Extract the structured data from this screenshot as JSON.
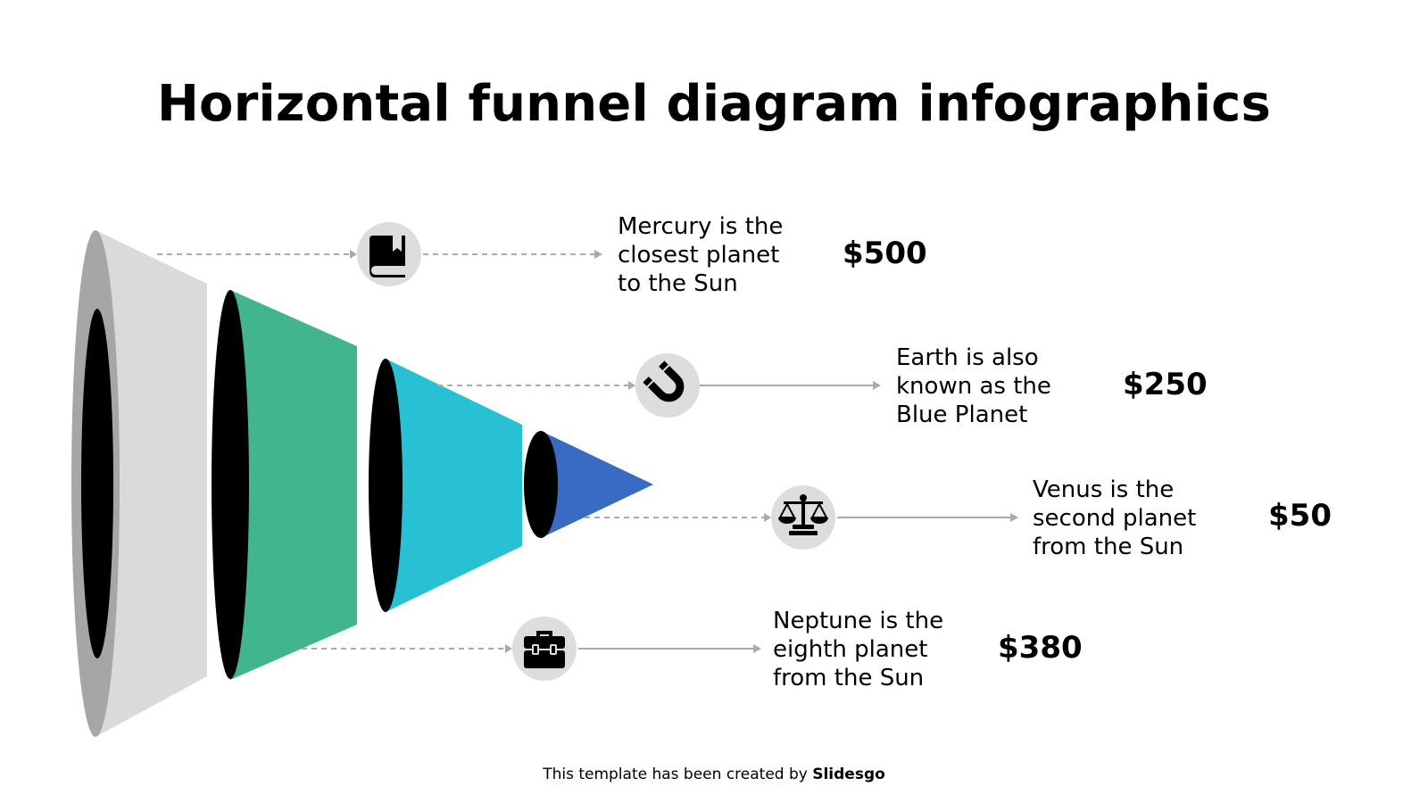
{
  "title": "Horizontal funnel diagram infographics",
  "items": [
    {
      "icon": "book-icon",
      "description": "Mercury is the closest planet to the Sun",
      "lines": [
        "Mercury is the",
        "closest planet",
        "to the Sun"
      ],
      "value": "$500"
    },
    {
      "icon": "magnet-icon",
      "description": "Earth is also known as the Blue Planet",
      "lines": [
        "Earth is also",
        "known as the",
        "Blue Planet"
      ],
      "value": "$250"
    },
    {
      "icon": "scale-icon",
      "description": "Venus is the second planet from the Sun",
      "lines": [
        "Venus is the",
        "second planet",
        "from the Sun"
      ],
      "value": "$50"
    },
    {
      "icon": "toolbox-icon",
      "description": "Neptune is the eighth planet from the Sun",
      "lines": [
        "Neptune is the",
        "eighth planet",
        "from the Sun"
      ],
      "value": "$380"
    }
  ],
  "colors": {
    "segment1": "#D9DADB",
    "segment2": "#42B58E",
    "segment3": "#27C1D3",
    "segment4": "#3A6BC4",
    "icon_circle": "#DDDDDD",
    "connector": "#AAAAAA"
  },
  "footer": {
    "prefix": "This template has been created by ",
    "brand": "Slidesgo"
  }
}
